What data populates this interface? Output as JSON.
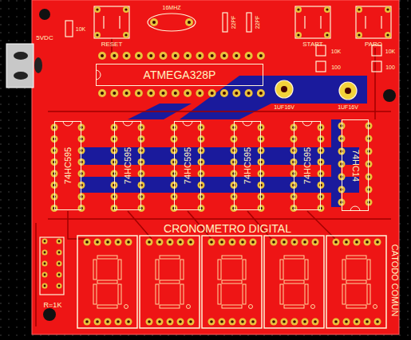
{
  "diagram": {
    "title": "CRONOMETRO DIGITAL",
    "nodes": [
      {
        "text": [
          "ATMEGA328P"
        ]
      },
      {
        "text": [
          "74HC595"
        ]
      },
      {
        "text": [
          "74HC595"
        ]
      },
      {
        "text": [
          "74HC595"
        ]
      },
      {
        "text": [
          "74HC595"
        ]
      },
      {
        "text": [
          "74HC595"
        ]
      },
      {
        "text": [
          "74HC14"
        ]
      }
    ],
    "labels": [
      "5VDC",
      "10K",
      "RESET",
      "16MHZ",
      "22PF",
      "22PF",
      "START",
      "10K",
      "100",
      "PARO",
      "10K",
      "100",
      "1UF16V",
      "1UF16V",
      "R=1K",
      "CATODO COMUN"
    ]
  }
}
